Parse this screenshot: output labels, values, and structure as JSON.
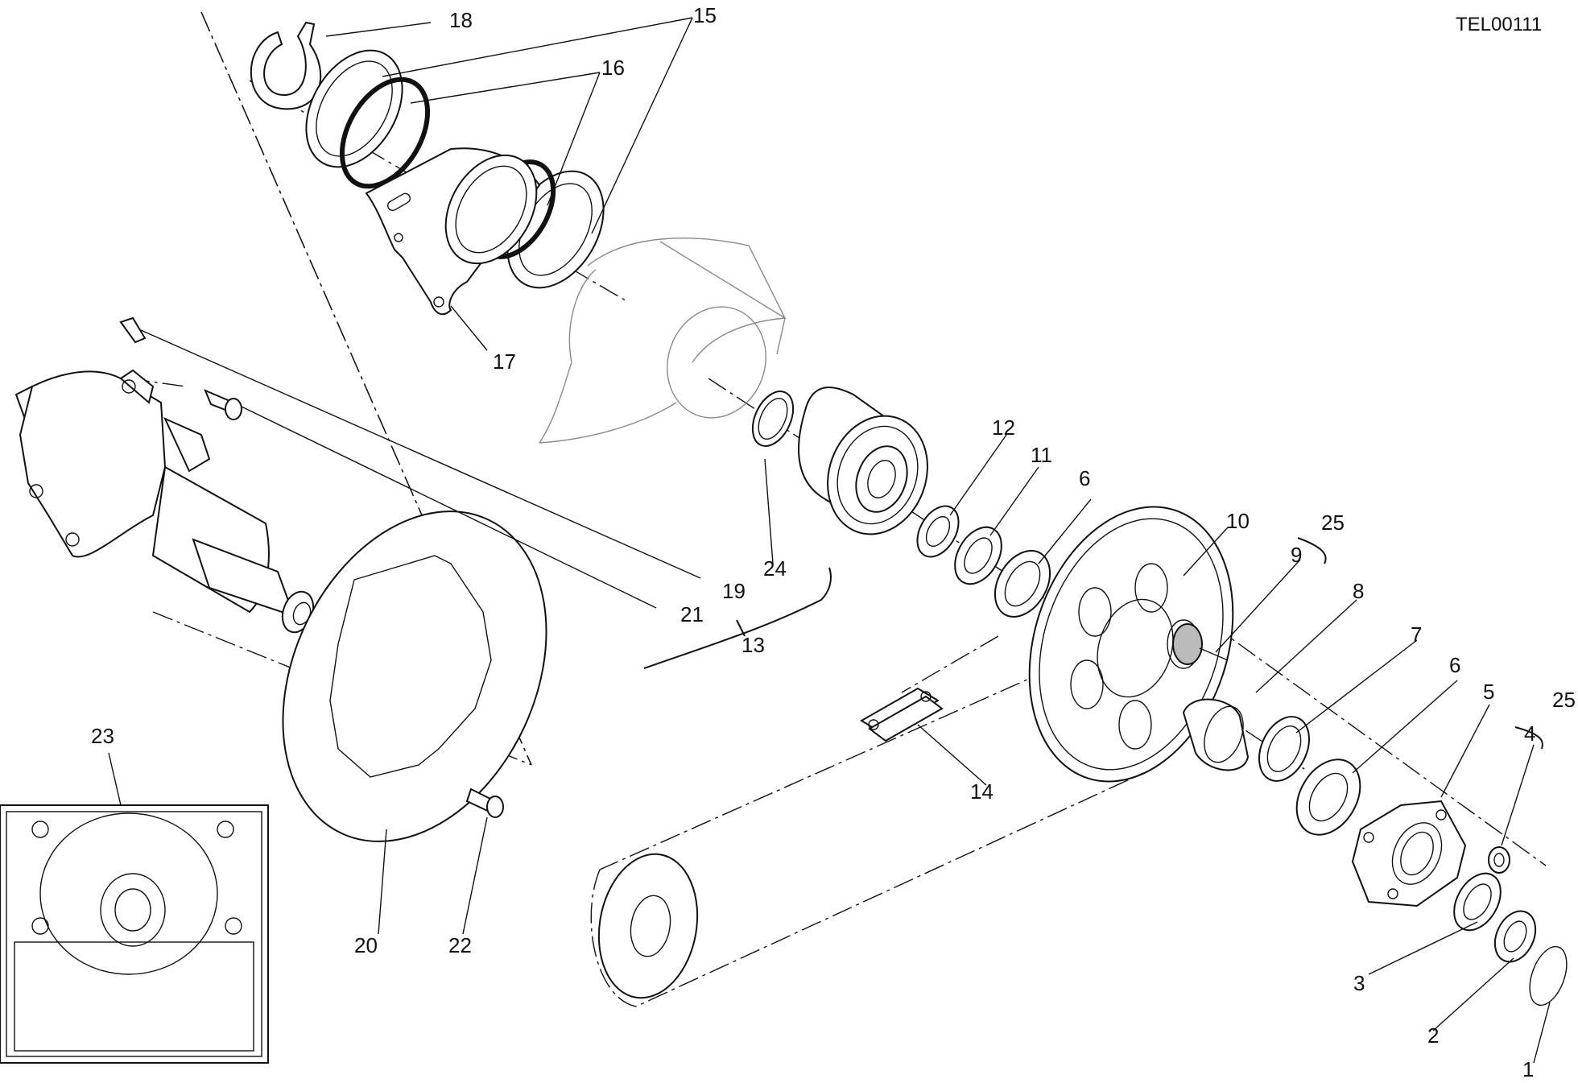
{
  "drawing_code": "TEL00111",
  "callouts": [
    "1",
    "2",
    "3",
    "4",
    "5",
    "6",
    "6",
    "7",
    "8",
    "9",
    "10",
    "11",
    "12",
    "13",
    "14",
    "15",
    "16",
    "17",
    "18",
    "19",
    "20",
    "21",
    "22",
    "23",
    "24",
    "25",
    "25"
  ]
}
